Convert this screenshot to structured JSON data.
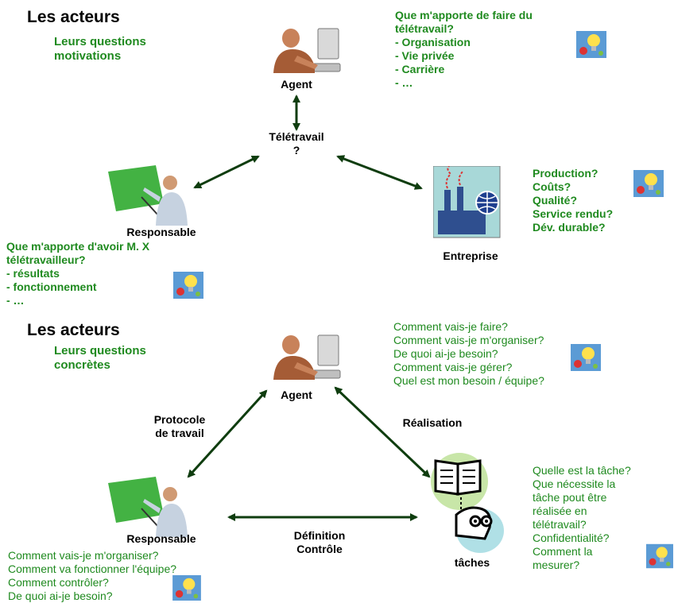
{
  "top": {
    "title": "Les acteurs",
    "subtitle": [
      "Leurs questions",
      "motivations"
    ],
    "agent_label": "Agent",
    "agent_questions": [
      "Que m'apporte de faire du",
      "télétravail?",
      "- Organisation",
      "- Vie privée",
      "- Carrière",
      "- …"
    ],
    "center_label": [
      "Télétravail",
      "?"
    ],
    "responsable_label": "Responsable",
    "responsable_questions": [
      "Que m'apporte d'avoir M. X",
      "télétravailleur?",
      "- résultats",
      "- fonctionnement",
      "- …"
    ],
    "entreprise_label": "Entreprise",
    "entreprise_questions": [
      "Production?",
      "Coûts?",
      "Qualité?",
      "Service rendu?",
      "Dév. durable?"
    ]
  },
  "bottom": {
    "title": "Les acteurs",
    "subtitle": [
      "Leurs questions",
      "concrètes"
    ],
    "agent_label": "Agent",
    "agent_questions": [
      "Comment vais-je faire?",
      "Comment vais-je m'organiser?",
      "De quoi ai-je besoin?",
      "Comment vais-je gérer?",
      "Quel est mon besoin / équipe?"
    ],
    "protocole_label": [
      "Protocole",
      "de travail"
    ],
    "realisation_label": "Réalisation",
    "definition_label": [
      "Définition",
      "Contrôle"
    ],
    "responsable_label": "Responsable",
    "responsable_questions": [
      "Comment vais-je m'organiser?",
      "Comment va fonctionner l'équipe?",
      "Comment contrôler?",
      "De quoi ai-je besoin?"
    ],
    "taches_label": "tâches",
    "taches_questions": [
      "Quelle est la tâche?",
      "Que nécessite la",
      "tâche pout être",
      "réalisée en",
      "télétravail?",
      "Confidentialité?",
      "Comment la",
      "mesurer?"
    ]
  },
  "icons": [
    "agent-at-computer-icon",
    "presenter-at-board-icon",
    "factory-globe-icon",
    "book-reader-icon",
    "lightbulb-idea-icon"
  ],
  "colors": {
    "green_text": "#1f8a1f",
    "arrow": "#0f3d0f"
  }
}
